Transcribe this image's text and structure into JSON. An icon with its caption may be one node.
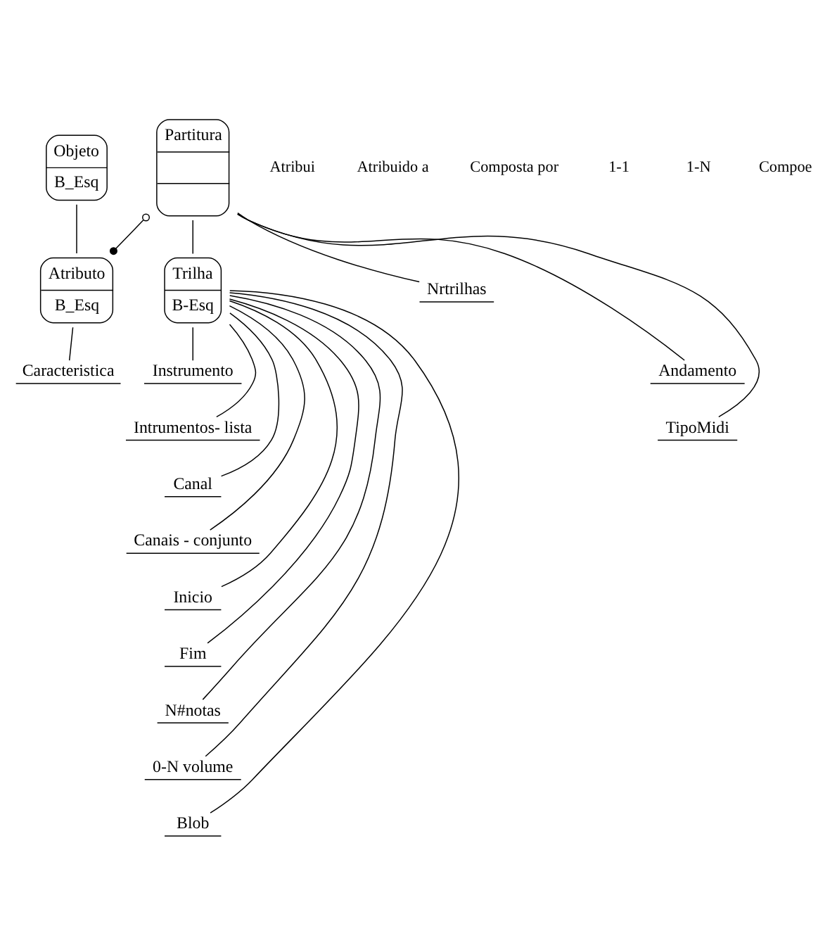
{
  "diagram": {
    "nodes": [
      {
        "text": [
          "Objeto",
          "B_Esq"
        ]
      },
      {
        "text": [
          "Atributo",
          "B_Esq"
        ]
      },
      {
        "text": [
          "Caracteristica"
        ]
      },
      {
        "text": [
          "Partitura"
        ]
      },
      {
        "text": [
          "Trilha",
          "B-Esq"
        ]
      },
      {
        "text": [
          "Nrtrilhas"
        ]
      },
      {
        "text": [
          "Andamento"
        ]
      },
      {
        "text": [
          "TipoMidi"
        ]
      },
      {
        "text": [
          "Instrumento"
        ]
      },
      {
        "text": [
          "Intrumentos- lista"
        ]
      },
      {
        "text": [
          "Canal"
        ]
      },
      {
        "text": [
          "Canais - conjunto"
        ]
      },
      {
        "text": [
          "Inicio"
        ]
      },
      {
        "text": [
          "Fim"
        ]
      },
      {
        "text": [
          "N#notas"
        ]
      },
      {
        "text": [
          "0-N volume"
        ]
      },
      {
        "text": [
          "Blob"
        ]
      }
    ],
    "edges": [
      {
        "from": 0,
        "to": 1,
        "arrow": "none"
      },
      {
        "from": 1,
        "to": 2,
        "arrow": "none"
      },
      {
        "from": 3,
        "to": 1,
        "arrow": "other"
      },
      {
        "from": 3,
        "to": 4,
        "arrow": "none"
      },
      {
        "from": 3,
        "to": 5,
        "arrow": "none"
      },
      {
        "from": 3,
        "to": 6,
        "arrow": "none"
      },
      {
        "from": 3,
        "to": 7,
        "arrow": "none"
      },
      {
        "from": 4,
        "to": 8,
        "arrow": "none"
      },
      {
        "from": 4,
        "to": 9,
        "arrow": "none"
      },
      {
        "from": 4,
        "to": 10,
        "arrow": "none"
      },
      {
        "from": 4,
        "to": 11,
        "arrow": "none"
      },
      {
        "from": 4,
        "to": 12,
        "arrow": "none"
      },
      {
        "from": 4,
        "to": 13,
        "arrow": "none"
      },
      {
        "from": 4,
        "to": 14,
        "arrow": "none"
      },
      {
        "from": 4,
        "to": 15,
        "arrow": "none"
      },
      {
        "from": 4,
        "to": 16,
        "arrow": "none"
      }
    ],
    "labels": [
      "Atribui",
      "Atribuido a",
      "Composta por",
      "1-1",
      "1-N",
      "Compoe"
    ]
  }
}
